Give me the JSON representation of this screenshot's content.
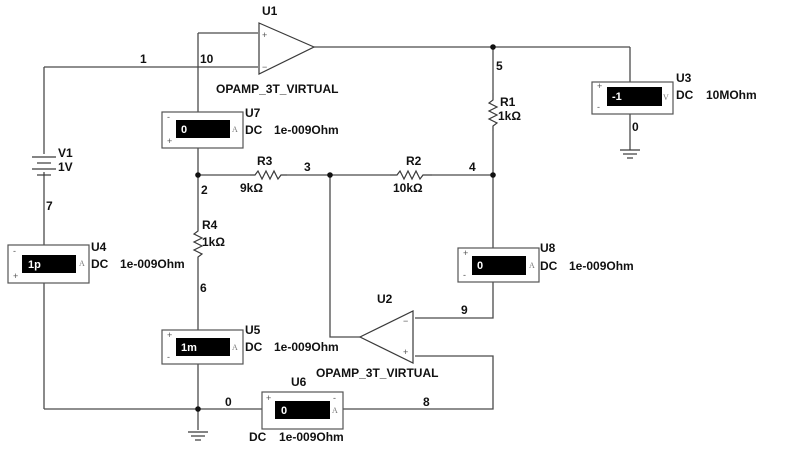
{
  "nodes": {
    "n0_ground": "0",
    "n0_right": "0",
    "n1": "1",
    "n2": "2",
    "n3": "3",
    "n4": "4",
    "n5": "5",
    "n6": "6",
    "n7": "7",
    "n8": "8",
    "n9": "9",
    "n10": "10"
  },
  "opamps": {
    "U1": {
      "ref": "U1",
      "model": "OPAMP_3T_VIRTUAL",
      "plus": "+",
      "minus": "−"
    },
    "U2": {
      "ref": "U2",
      "model": "OPAMP_3T_VIRTUAL",
      "plus": "+",
      "minus": "−"
    }
  },
  "resistors": {
    "R1": {
      "ref": "R1",
      "value": "1kΩ"
    },
    "R2": {
      "ref": "R2",
      "value": "10kΩ"
    },
    "R3": {
      "ref": "R3",
      "value": "9kΩ"
    },
    "R4": {
      "ref": "R4",
      "value": "1kΩ"
    }
  },
  "source": {
    "V1": {
      "ref": "V1",
      "value": "1V"
    }
  },
  "meters": {
    "U3": {
      "ref": "U3",
      "reading": "-1",
      "unit": "V",
      "mode": "DC",
      "resistance": "10MOhm",
      "top_sign": "+",
      "bottom_sign": "-"
    },
    "U4": {
      "ref": "U4",
      "reading": "1p",
      "unit": "A",
      "mode": "DC",
      "resistance": "1e-009Ohm",
      "top_sign": "-",
      "bottom_sign": "+"
    },
    "U5": {
      "ref": "U5",
      "reading": "1m",
      "unit": "A",
      "mode": "DC",
      "resistance": "1e-009Ohm",
      "top_sign": "+",
      "bottom_sign": "-"
    },
    "U6": {
      "ref": "U6",
      "reading": "0",
      "unit": "A",
      "mode": "DC",
      "resistance": "1e-009Ohm",
      "left_sign": "+",
      "right_sign": "-"
    },
    "U7": {
      "ref": "U7",
      "reading": "0",
      "unit": "A",
      "mode": "DC",
      "resistance": "1e-009Ohm",
      "top_sign": "-",
      "bottom_sign": "+"
    },
    "U8": {
      "ref": "U8",
      "reading": "0",
      "unit": "A",
      "mode": "DC",
      "resistance": "1e-009Ohm",
      "top_sign": "+",
      "bottom_sign": "-"
    }
  },
  "colors": {
    "wire": "#4a4a4a",
    "display_bg": "#000000",
    "display_text": "#ffffff"
  }
}
